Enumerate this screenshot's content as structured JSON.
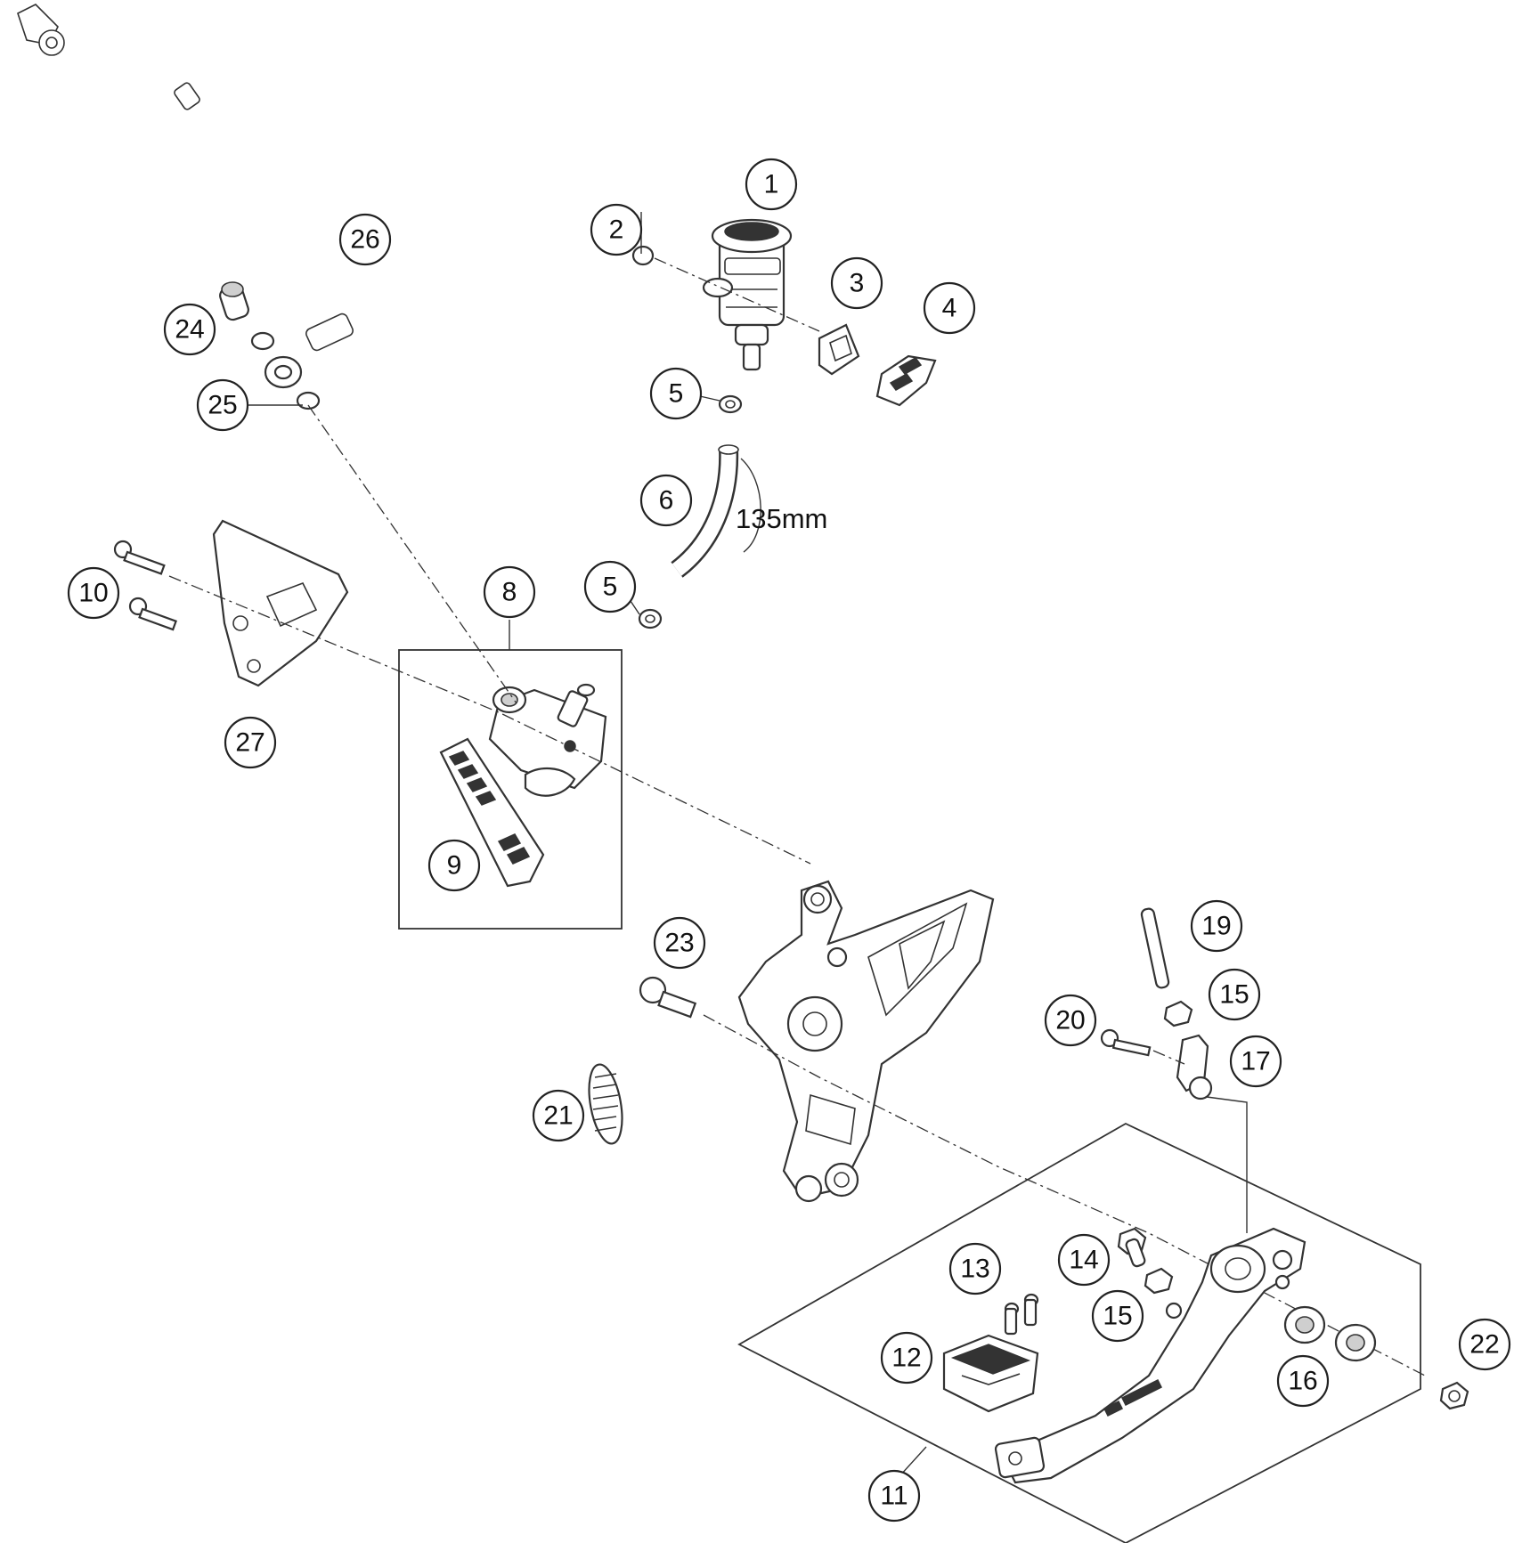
{
  "diagram": {
    "dimension_label": "135mm",
    "callouts": [
      {
        "id": "c1",
        "label": "1"
      },
      {
        "id": "c2",
        "label": "2"
      },
      {
        "id": "c3",
        "label": "3"
      },
      {
        "id": "c4",
        "label": "4"
      },
      {
        "id": "c5a",
        "label": "5"
      },
      {
        "id": "c5b",
        "label": "5"
      },
      {
        "id": "c6",
        "label": "6"
      },
      {
        "id": "c8",
        "label": "8"
      },
      {
        "id": "c9",
        "label": "9"
      },
      {
        "id": "c10",
        "label": "10"
      },
      {
        "id": "c11",
        "label": "11"
      },
      {
        "id": "c12",
        "label": "12"
      },
      {
        "id": "c13",
        "label": "13"
      },
      {
        "id": "c14",
        "label": "14"
      },
      {
        "id": "c15a",
        "label": "15"
      },
      {
        "id": "c15b",
        "label": "15"
      },
      {
        "id": "c16",
        "label": "16"
      },
      {
        "id": "c17",
        "label": "17"
      },
      {
        "id": "c19",
        "label": "19"
      },
      {
        "id": "c20",
        "label": "20"
      },
      {
        "id": "c21",
        "label": "21"
      },
      {
        "id": "c22",
        "label": "22"
      },
      {
        "id": "c23",
        "label": "23"
      },
      {
        "id": "c24",
        "label": "24"
      },
      {
        "id": "c25",
        "label": "25"
      },
      {
        "id": "c26",
        "label": "26"
      },
      {
        "id": "c27",
        "label": "27"
      }
    ]
  }
}
